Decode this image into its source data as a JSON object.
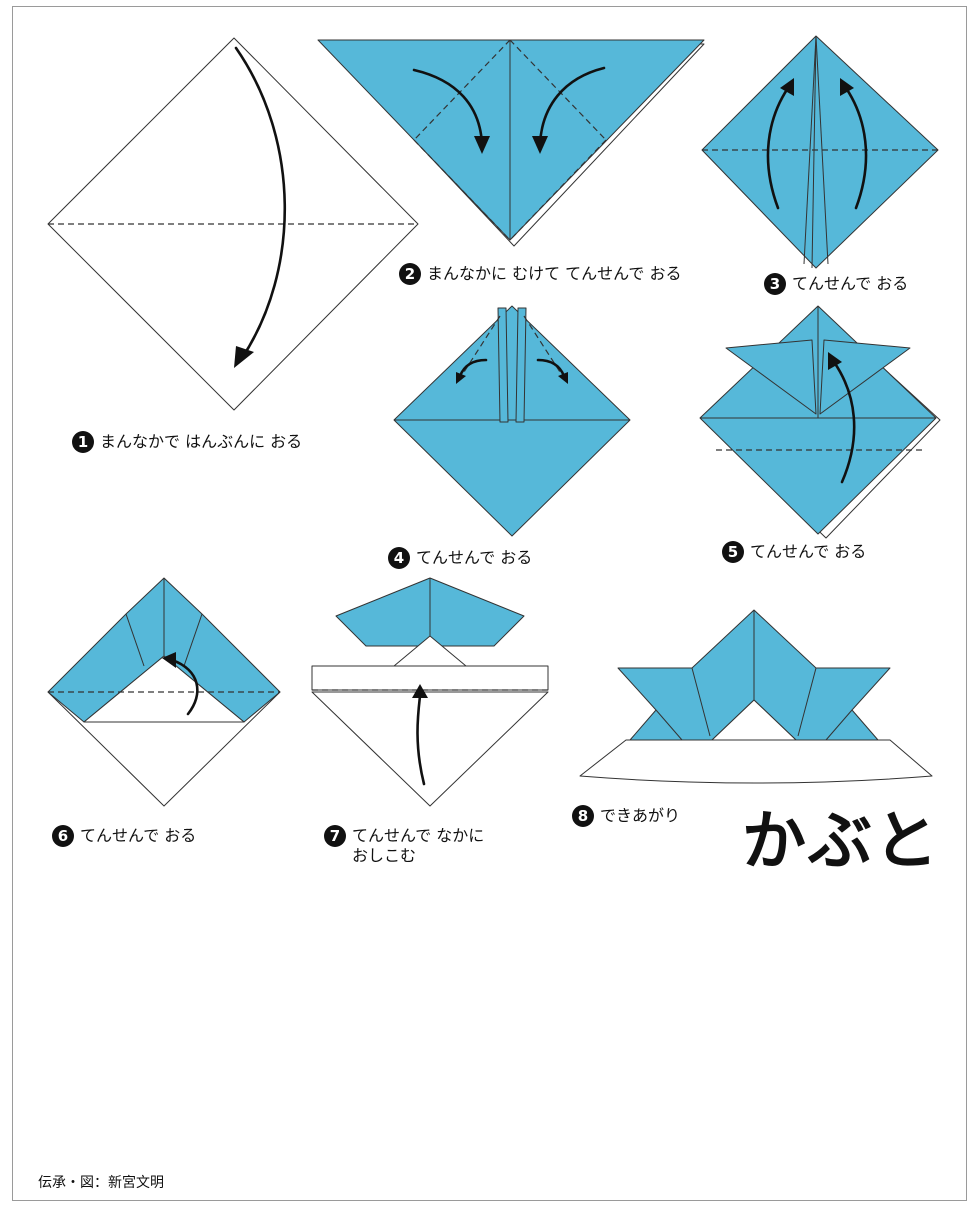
{
  "title": "かぶと",
  "credit": "伝承・図：新宮文明",
  "steps": [
    {
      "num": "1",
      "text": "まんなかで はんぶんに おる"
    },
    {
      "num": "2",
      "text": "まんなかに むけて てんせんで おる"
    },
    {
      "num": "3",
      "text": "てんせんで おる"
    },
    {
      "num": "4",
      "text": "てんせんで おる"
    },
    {
      "num": "5",
      "text": "てんせんで おる"
    },
    {
      "num": "6",
      "text": "てんせんで おる"
    },
    {
      "num": "7",
      "text": "てんせんで なかに",
      "text2": "おしこむ"
    },
    {
      "num": "8",
      "text": "できあがり"
    }
  ],
  "colors": {
    "paper_blue": "#56b8d9",
    "paper_white": "#ffffff",
    "line": "#333333"
  }
}
